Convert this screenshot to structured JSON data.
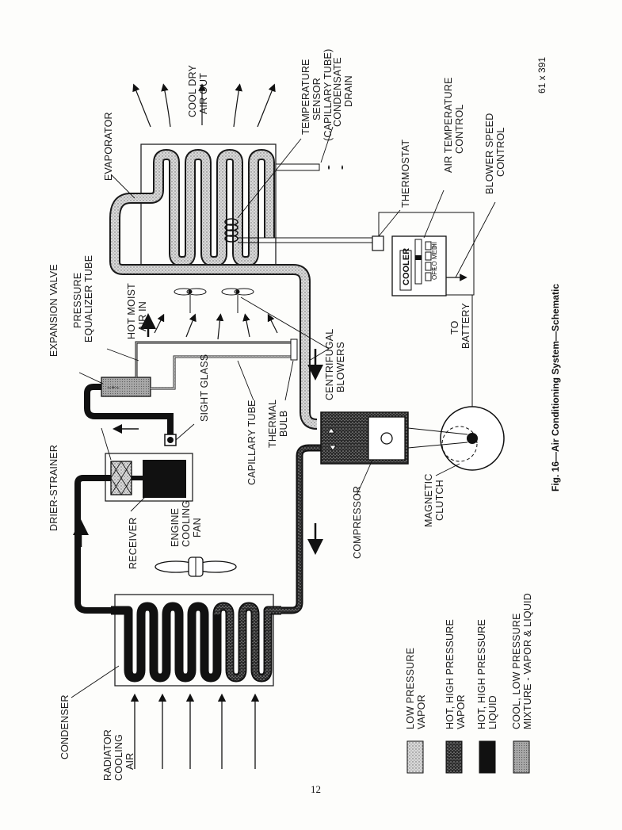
{
  "labels": {
    "condenser": "CONDENSER",
    "radiator_air": [
      "RADIATOR",
      "COOLING",
      "AIR"
    ],
    "drier_strainer": "DRIER-STRAINER",
    "receiver": "RECEIVER",
    "engine_fan": [
      "ENGINE",
      "COOLING",
      "FAN"
    ],
    "expansion_valve": "EXPANSION VALVE",
    "pressure_equalizer": [
      "PRESSURE",
      "EQUALIZER TUBE"
    ],
    "hot_moist_air": [
      "HOT MOIST",
      "AIR IN"
    ],
    "sight_glass": "SIGHT GLASS",
    "capillary_tube": "CAPILLARY TUBE",
    "thermal_bulb": [
      "THERMAL",
      "BULB"
    ],
    "centrifugal_blowers": [
      "CENTRIFUGAL",
      "BLOWERS"
    ],
    "compressor": "COMPRESSOR",
    "magnetic_clutch": [
      "MAGNETIC",
      "CLUTCH"
    ],
    "evaporator": "EVAPORATOR",
    "cool_dry_air": [
      "COOL DRY",
      "AIR OUT"
    ],
    "temperature_sensor": [
      "TEMPERATURE",
      "SENSOR",
      "(CAPILLARY TUBE)"
    ],
    "condensate_drain": [
      "CONDENSATE",
      "DRAIN"
    ],
    "thermostat": "THERMOSTAT",
    "air_temp_control": [
      "AIR TEMPERATURE",
      "CONTROL"
    ],
    "blower_speed_control": [
      "BLOWER SPEED",
      "CONTROL"
    ],
    "to_battery": [
      "TO",
      "BATTERY"
    ]
  },
  "control_panel": {
    "cooler": "COOLER",
    "speeds": [
      "OFF",
      "LO",
      "MED",
      "HI"
    ]
  },
  "legend": [
    {
      "key": "low_pressure_vapor",
      "lines": [
        "LOW PRESSURE",
        "VAPOR"
      ]
    },
    {
      "key": "hot_high_pressure_vapor",
      "lines": [
        "HOT, HIGH PRESSURE",
        "VAPOR"
      ]
    },
    {
      "key": "hot_high_pressure_liquid",
      "lines": [
        "HOT, HIGH PRESSURE",
        "LIQUID"
      ]
    },
    {
      "key": "cool_low_pressure_mixture",
      "lines": [
        "COOL, LOW PRESSURE",
        "MIXTURE - VAPOR & LIQUID"
      ]
    }
  ],
  "caption": "Fig. 16—Air Conditioning System—Schematic",
  "figure_code": "61 x 391",
  "page_number": "12",
  "colors": {
    "liquid": "#121212",
    "vapor_high": "#3a3a3a",
    "vapor_low": "#b5b5b5",
    "mixture": "#8f8f8f"
  }
}
